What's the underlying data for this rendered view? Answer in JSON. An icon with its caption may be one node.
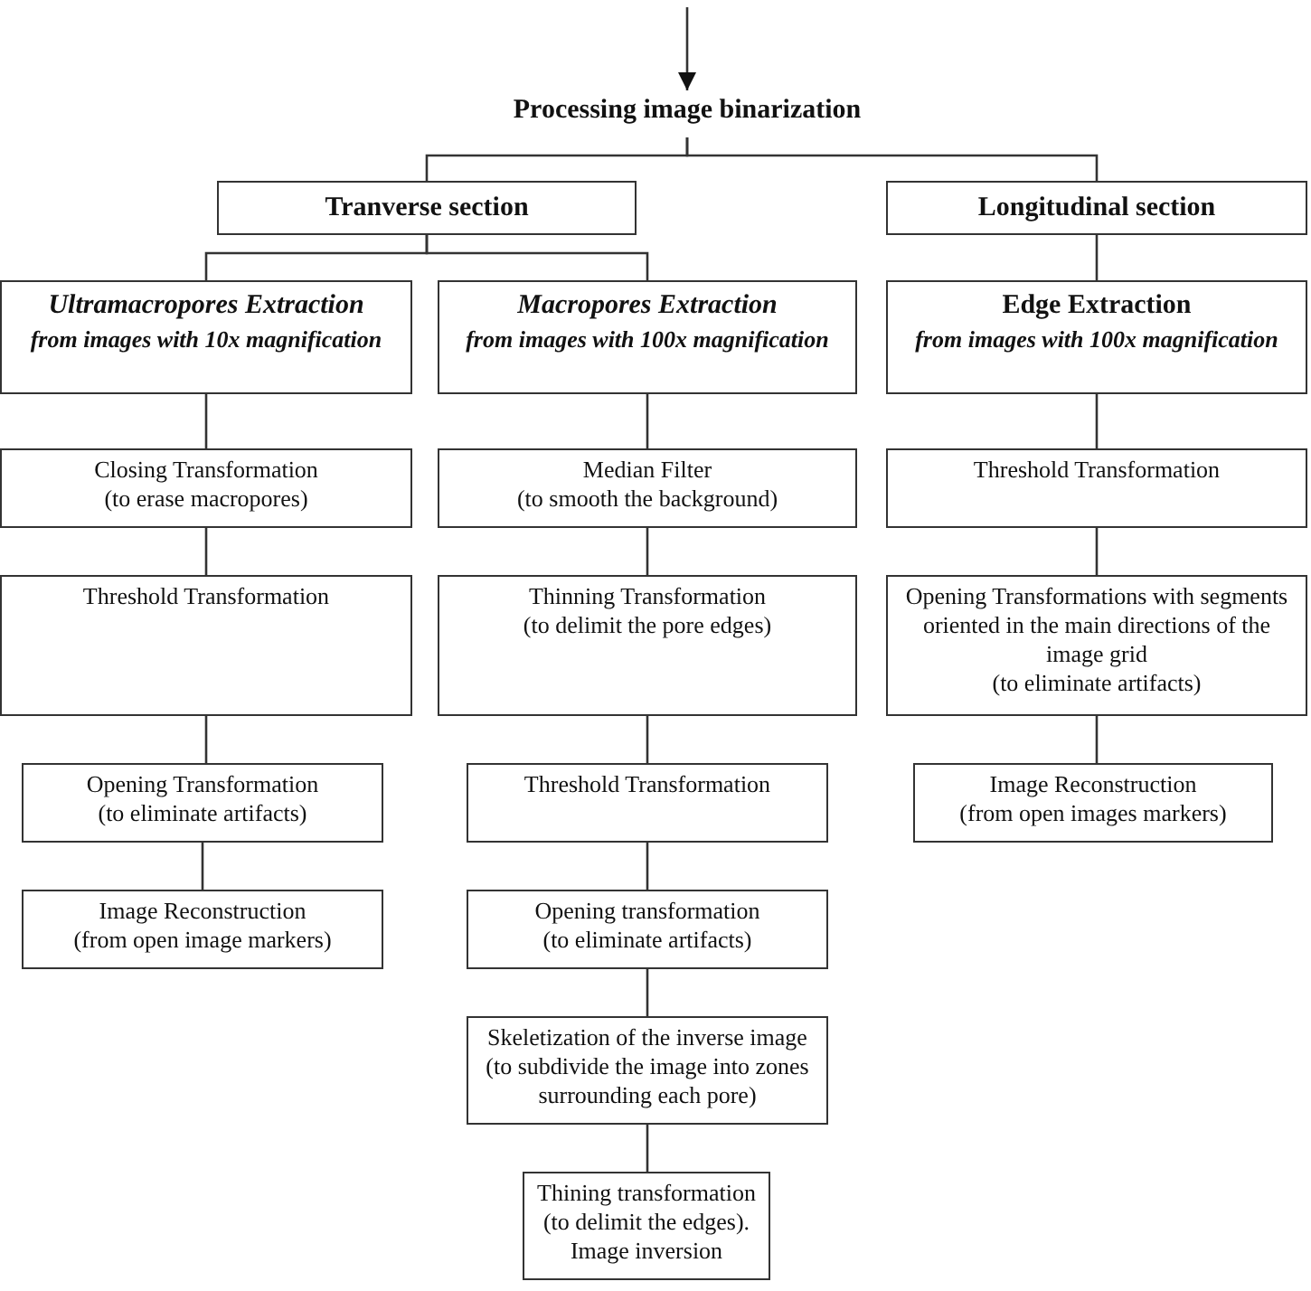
{
  "diagram": {
    "nodes": [
      {
        "text": [
          "Processing image binarization"
        ]
      },
      {
        "text": [
          "Tranverse section"
        ]
      },
      {
        "text": [
          "Longitudinal section"
        ]
      },
      {
        "text": [
          "Ultramacropores Extraction",
          "from images with 10x magnification"
        ]
      },
      {
        "text": [
          "Macropores Extraction",
          "from images with 100x magnification"
        ]
      },
      {
        "text": [
          "Edge Extraction",
          "from images with 100x magnification"
        ]
      },
      {
        "text": [
          "Closing Transformation",
          "(to erase macropores)"
        ]
      },
      {
        "text": [
          "Median Filter",
          "(to smooth the background)"
        ]
      },
      {
        "text": [
          "Threshold Transformation"
        ]
      },
      {
        "text": [
          "Threshold Transformation"
        ]
      },
      {
        "text": [
          "Thinning Transformation",
          "(to delimit the pore edges)"
        ]
      },
      {
        "text": [
          "Opening Transformations with segments oriented in the main directions of the image grid",
          "(to eliminate artifacts)"
        ]
      },
      {
        "text": [
          "Opening Transformation",
          "(to eliminate artifacts)"
        ]
      },
      {
        "text": [
          "Threshold Transformation"
        ]
      },
      {
        "text": [
          "Image Reconstruction",
          "(from open images markers)"
        ]
      },
      {
        "text": [
          "Image Reconstruction",
          "(from open image markers)"
        ]
      },
      {
        "text": [
          "Opening transformation",
          "(to eliminate artifacts)"
        ]
      },
      {
        "text": [
          "Skeletization of the inverse image",
          "(to subdivide the image into zones surrounding each pore)"
        ]
      },
      {
        "text": [
          "Thining transformation",
          "(to delimit the edges).",
          "Image inversion"
        ]
      }
    ],
    "edges": [
      {
        "from": null,
        "to": 0,
        "arrow": "to"
      },
      {
        "from": 0,
        "to": 1,
        "arrow": "none"
      },
      {
        "from": 0,
        "to": 2,
        "arrow": "none"
      },
      {
        "from": 1,
        "to": 3,
        "arrow": "none"
      },
      {
        "from": 1,
        "to": 4,
        "arrow": "none"
      },
      {
        "from": 2,
        "to": 5,
        "arrow": "none"
      },
      {
        "from": 3,
        "to": 6,
        "arrow": "none"
      },
      {
        "from": 4,
        "to": 7,
        "arrow": "none"
      },
      {
        "from": 5,
        "to": 8,
        "arrow": "none"
      },
      {
        "from": 6,
        "to": 9,
        "arrow": "none"
      },
      {
        "from": 7,
        "to": 10,
        "arrow": "none"
      },
      {
        "from": 8,
        "to": 11,
        "arrow": "none"
      },
      {
        "from": 9,
        "to": 12,
        "arrow": "none"
      },
      {
        "from": 10,
        "to": 13,
        "arrow": "none"
      },
      {
        "from": 11,
        "to": 14,
        "arrow": "none"
      },
      {
        "from": 12,
        "to": 15,
        "arrow": "none"
      },
      {
        "from": 13,
        "to": 16,
        "arrow": "none"
      },
      {
        "from": 16,
        "to": 17,
        "arrow": "none"
      },
      {
        "from": 17,
        "to": 18,
        "arrow": "none"
      }
    ]
  }
}
